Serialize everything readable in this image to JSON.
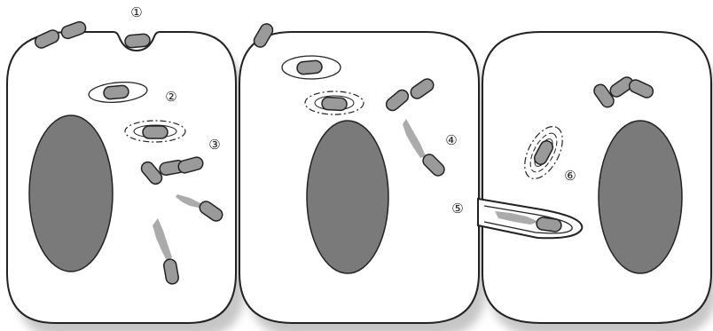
{
  "colors": {
    "cell_fill": "#ffffff",
    "cell_stroke": "#222222",
    "nucleus_fill": "#7a7a7a",
    "bacterium_fill": "#9a9a9a",
    "actin_tail": "#9c9c9c",
    "shadow": "#c8c8c8"
  },
  "steps": [
    {
      "number": "1",
      "symbol": "①"
    },
    {
      "number": "2",
      "symbol": "②"
    },
    {
      "number": "3",
      "symbol": "③"
    },
    {
      "number": "4",
      "symbol": "④"
    },
    {
      "number": "5",
      "symbol": "⑤"
    },
    {
      "number": "6",
      "symbol": "⑥"
    }
  ],
  "icons": {
    "bacterium": "rod-shaped-bacterium",
    "vacuole": "single-membrane-vacuole",
    "double_vacuole": "double-membrane-vacuole",
    "actin_tail": "actin-comet-tail",
    "nucleus": "nucleus"
  }
}
